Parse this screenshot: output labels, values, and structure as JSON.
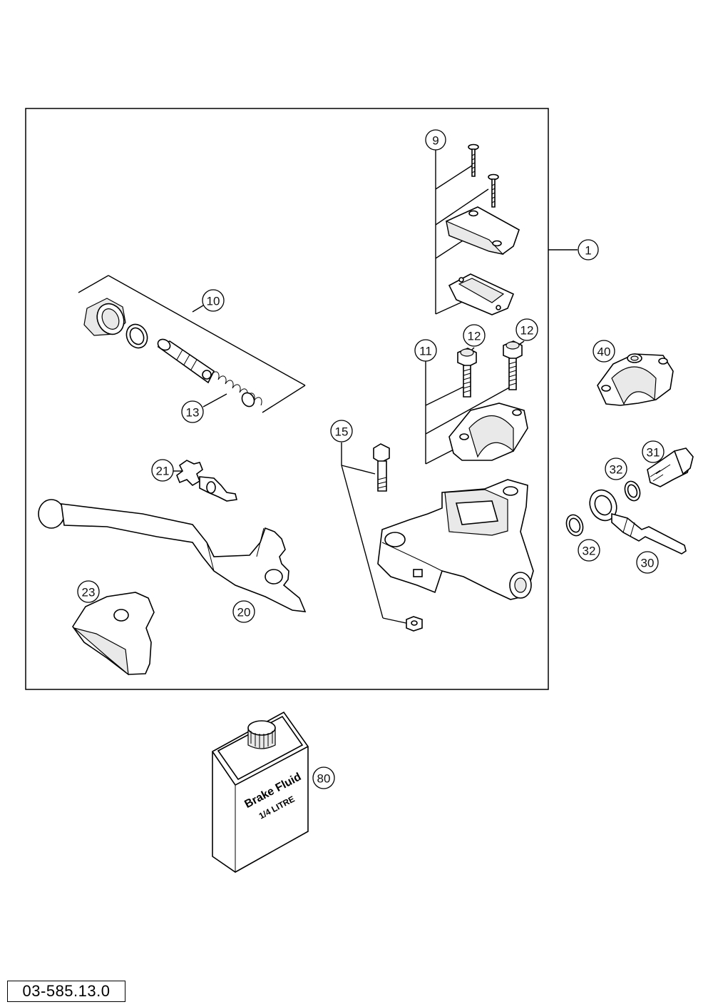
{
  "drawing_code": "03-585.13.0",
  "bottle": {
    "line1": "Brake Fluid",
    "line2": "1/4 LITRE"
  },
  "callouts": [
    {
      "id": "c1",
      "label": "1"
    },
    {
      "id": "c9",
      "label": "9"
    },
    {
      "id": "c10",
      "label": "10"
    },
    {
      "id": "c11",
      "label": "11"
    },
    {
      "id": "c12a",
      "label": "12"
    },
    {
      "id": "c12b",
      "label": "12"
    },
    {
      "id": "c13",
      "label": "13"
    },
    {
      "id": "c15",
      "label": "15"
    },
    {
      "id": "c20",
      "label": "20"
    },
    {
      "id": "c21",
      "label": "21"
    },
    {
      "id": "c23",
      "label": "23"
    },
    {
      "id": "c30",
      "label": "30"
    },
    {
      "id": "c31",
      "label": "31"
    },
    {
      "id": "c32a",
      "label": "32"
    },
    {
      "id": "c32b",
      "label": "32"
    },
    {
      "id": "c40",
      "label": "40"
    },
    {
      "id": "c80",
      "label": "80"
    }
  ]
}
